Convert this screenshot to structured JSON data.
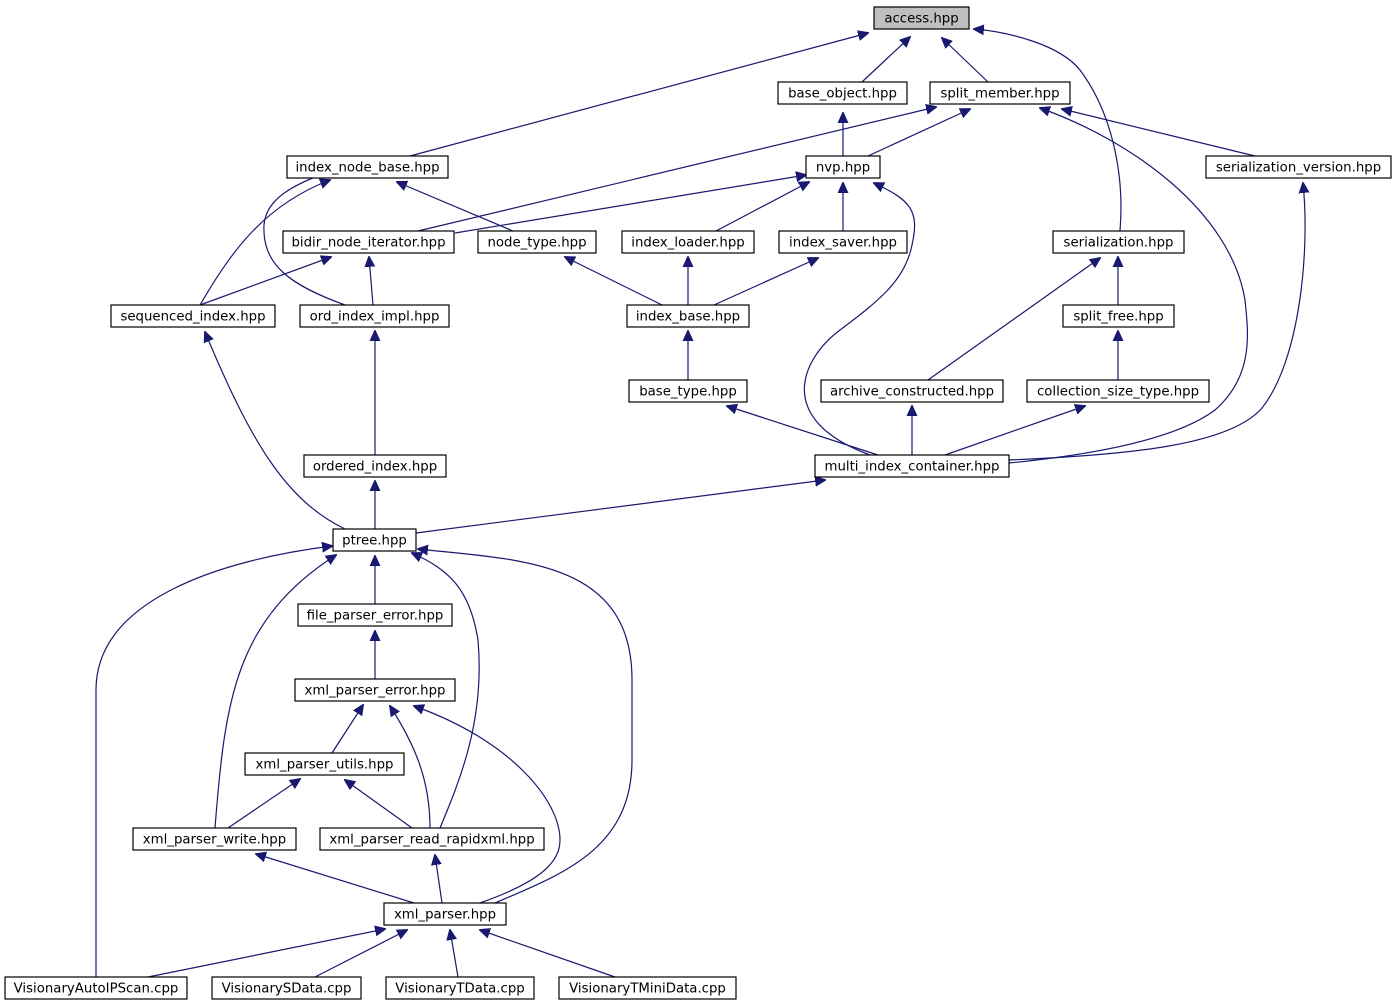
{
  "diagram": {
    "type": "include-dependency-graph",
    "colors": {
      "edge": "#191970",
      "node_border": "#000000",
      "node_fill": "#ffffff",
      "root_fill": "#bfbfbf"
    },
    "nodes": [
      {
        "id": "access",
        "label": "access.hpp",
        "root": true
      },
      {
        "id": "base_object",
        "label": "base_object.hpp"
      },
      {
        "id": "split_member",
        "label": "split_member.hpp"
      },
      {
        "id": "index_node_base",
        "label": "index_node_base.hpp"
      },
      {
        "id": "nvp",
        "label": "nvp.hpp"
      },
      {
        "id": "serialization_version",
        "label": "serialization_version.hpp"
      },
      {
        "id": "bidir_node_iterator",
        "label": "bidir_node_iterator.hpp"
      },
      {
        "id": "node_type",
        "label": "node_type.hpp"
      },
      {
        "id": "index_loader",
        "label": "index_loader.hpp"
      },
      {
        "id": "index_saver",
        "label": "index_saver.hpp"
      },
      {
        "id": "serialization",
        "label": "serialization.hpp"
      },
      {
        "id": "sequenced_index",
        "label": "sequenced_index.hpp"
      },
      {
        "id": "ord_index_impl",
        "label": "ord_index_impl.hpp"
      },
      {
        "id": "index_base",
        "label": "index_base.hpp"
      },
      {
        "id": "split_free",
        "label": "split_free.hpp"
      },
      {
        "id": "base_type",
        "label": "base_type.hpp"
      },
      {
        "id": "archive_constructed",
        "label": "archive_constructed.hpp"
      },
      {
        "id": "collection_size_type",
        "label": "collection_size_type.hpp"
      },
      {
        "id": "ordered_index",
        "label": "ordered_index.hpp"
      },
      {
        "id": "multi_index_container",
        "label": "multi_index_container.hpp"
      },
      {
        "id": "ptree",
        "label": "ptree.hpp"
      },
      {
        "id": "file_parser_error",
        "label": "file_parser_error.hpp"
      },
      {
        "id": "xml_parser_error",
        "label": "xml_parser_error.hpp"
      },
      {
        "id": "xml_parser_utils",
        "label": "xml_parser_utils.hpp"
      },
      {
        "id": "xml_parser_write",
        "label": "xml_parser_write.hpp"
      },
      {
        "id": "xml_parser_read_rapidxml",
        "label": "xml_parser_read_rapidxml.hpp"
      },
      {
        "id": "xml_parser",
        "label": "xml_parser.hpp"
      },
      {
        "id": "VisionaryAutoIPScan",
        "label": "VisionaryAutoIPScan.cpp"
      },
      {
        "id": "VisionarySData",
        "label": "VisionarySData.cpp"
      },
      {
        "id": "VisionaryTData",
        "label": "VisionaryTData.cpp"
      },
      {
        "id": "VisionaryTMiniData",
        "label": "VisionaryTMiniData.cpp"
      }
    ],
    "edges": [
      {
        "from": "base_object",
        "to": "access"
      },
      {
        "from": "split_member",
        "to": "access"
      },
      {
        "from": "index_node_base",
        "to": "access"
      },
      {
        "from": "serialization",
        "to": "access"
      },
      {
        "from": "nvp",
        "to": "base_object"
      },
      {
        "from": "nvp",
        "to": "split_member"
      },
      {
        "from": "bidir_node_iterator",
        "to": "split_member"
      },
      {
        "from": "serialization_version",
        "to": "split_member"
      },
      {
        "from": "multi_index_container",
        "to": "split_member"
      },
      {
        "from": "bidir_node_iterator",
        "to": "nvp"
      },
      {
        "from": "index_loader",
        "to": "nvp"
      },
      {
        "from": "index_saver",
        "to": "nvp"
      },
      {
        "from": "multi_index_container",
        "to": "nvp"
      },
      {
        "from": "node_type",
        "to": "index_node_base"
      },
      {
        "from": "sequenced_index",
        "to": "index_node_base"
      },
      {
        "from": "ord_index_impl",
        "to": "index_node_base"
      },
      {
        "from": "sequenced_index",
        "to": "bidir_node_iterator"
      },
      {
        "from": "ord_index_impl",
        "to": "bidir_node_iterator"
      },
      {
        "from": "index_base",
        "to": "node_type"
      },
      {
        "from": "index_base",
        "to": "index_loader"
      },
      {
        "from": "index_base",
        "to": "index_saver"
      },
      {
        "from": "base_type",
        "to": "index_base"
      },
      {
        "from": "multi_index_container",
        "to": "base_type"
      },
      {
        "from": "split_free",
        "to": "serialization"
      },
      {
        "from": "archive_constructed",
        "to": "serialization"
      },
      {
        "from": "collection_size_type",
        "to": "split_free"
      },
      {
        "from": "multi_index_container",
        "to": "archive_constructed"
      },
      {
        "from": "multi_index_container",
        "to": "collection_size_type"
      },
      {
        "from": "multi_index_container",
        "to": "serialization_version"
      },
      {
        "from": "ordered_index",
        "to": "ord_index_impl"
      },
      {
        "from": "ptree",
        "to": "ordered_index"
      },
      {
        "from": "ptree",
        "to": "sequenced_index"
      },
      {
        "from": "ptree",
        "to": "multi_index_container"
      },
      {
        "from": "file_parser_error",
        "to": "ptree"
      },
      {
        "from": "xml_parser_write",
        "to": "ptree"
      },
      {
        "from": "xml_parser_read_rapidxml",
        "to": "ptree"
      },
      {
        "from": "xml_parser",
        "to": "ptree"
      },
      {
        "from": "VisionaryAutoIPScan",
        "to": "ptree"
      },
      {
        "from": "xml_parser_error",
        "to": "file_parser_error"
      },
      {
        "from": "xml_parser_utils",
        "to": "xml_parser_error"
      },
      {
        "from": "xml_parser_read_rapidxml",
        "to": "xml_parser_error"
      },
      {
        "from": "xml_parser",
        "to": "xml_parser_error"
      },
      {
        "from": "xml_parser_write",
        "to": "xml_parser_utils"
      },
      {
        "from": "xml_parser_read_rapidxml",
        "to": "xml_parser_utils"
      },
      {
        "from": "xml_parser",
        "to": "xml_parser_write"
      },
      {
        "from": "xml_parser",
        "to": "xml_parser_read_rapidxml"
      },
      {
        "from": "VisionaryAutoIPScan",
        "to": "xml_parser"
      },
      {
        "from": "VisionarySData",
        "to": "xml_parser"
      },
      {
        "from": "VisionaryTData",
        "to": "xml_parser"
      },
      {
        "from": "VisionaryTMiniData",
        "to": "xml_parser"
      }
    ]
  }
}
